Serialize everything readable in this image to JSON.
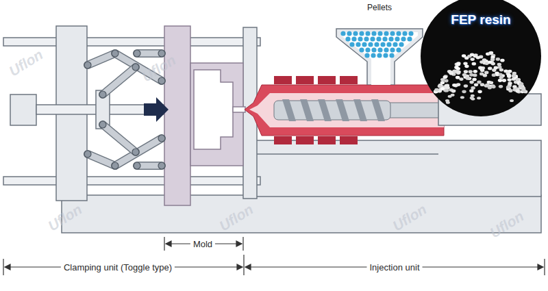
{
  "diagram": {
    "nodes": [
      {
        "text": [
          "Pellets"
        ]
      },
      {
        "text": [
          "FEP resin"
        ]
      }
    ],
    "labels": [
      "Mold",
      "Clamping unit (Toggle type)",
      "Injection unit",
      "Uflon",
      "Uflon",
      "Uflon",
      "Uflon",
      "Uflon",
      "Uflon"
    ]
  }
}
